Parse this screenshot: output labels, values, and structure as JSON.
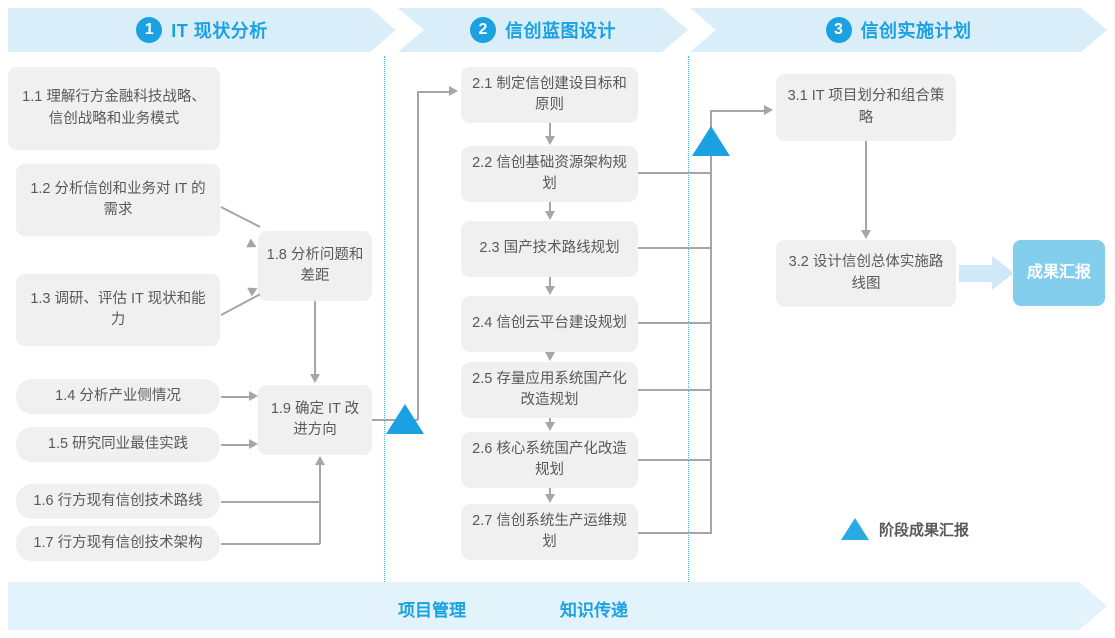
{
  "phases": [
    {
      "num": "1",
      "title": "IT 现状分析"
    },
    {
      "num": "2",
      "title": "信创蓝图设计"
    },
    {
      "num": "3",
      "title": "信创实施计划"
    }
  ],
  "phase1_boxes": [
    {
      "id": "1.1",
      "text": "1.1 理解行方金融科技战略、信创战略和业务模式"
    },
    {
      "id": "1.2",
      "text": "1.2 分析信创和业务对 IT 的需求"
    },
    {
      "id": "1.3",
      "text": "1.3 调研、评估 IT 现状和能力"
    },
    {
      "id": "1.4",
      "text": "1.4 分析产业侧情况"
    },
    {
      "id": "1.5",
      "text": "1.5 研究同业最佳实践"
    },
    {
      "id": "1.6",
      "text": "1.6 行方现有信创技术路线"
    },
    {
      "id": "1.7",
      "text": "1.7 行方现有信创技术架构"
    },
    {
      "id": "1.8",
      "text": "1.8 分析问题和差距"
    },
    {
      "id": "1.9",
      "text": "1.9 确定 IT 改进方向"
    }
  ],
  "phase2_boxes": [
    {
      "id": "2.1",
      "text": "2.1 制定信创建设目标和原则"
    },
    {
      "id": "2.2",
      "text": "2.2 信创基础资源架构规划"
    },
    {
      "id": "2.3",
      "text": "2.3 国产技术路线规划"
    },
    {
      "id": "2.4",
      "text": "2.4 信创云平台建设规划"
    },
    {
      "id": "2.5",
      "text": "2.5 存量应用系统国产化改造规划"
    },
    {
      "id": "2.6",
      "text": "2.6 核心系统国产化改造规划"
    },
    {
      "id": "2.7",
      "text": "2.7 信创系统生产运维规划"
    }
  ],
  "phase3_boxes": [
    {
      "id": "3.1",
      "text": "3.1 IT 项目划分和组合策略"
    },
    {
      "id": "3.2",
      "text": "3.2 设计信创总体实施路线图"
    }
  ],
  "result": {
    "text": "成果汇报"
  },
  "legend": {
    "text": "阶段成果汇报"
  },
  "bottom": {
    "labels": [
      "项目管理",
      "知识传递"
    ]
  },
  "colors": {
    "accent": "#1ba1e2",
    "band": "#daeef9",
    "bottom_band": "#e3f3fb",
    "box": "#f0f0f0",
    "box_text": "#595959",
    "result_box": "#82ceec",
    "connector": "#a6a6a6",
    "separator": "#49b6e5",
    "fat_arrow": "#cfe9f8"
  }
}
